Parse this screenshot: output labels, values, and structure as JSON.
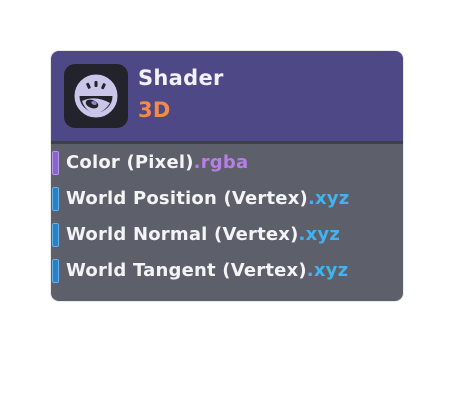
{
  "node": {
    "title": "Shader",
    "subtitle": "3D",
    "icon": "shader-node-icon",
    "colors": {
      "header": "#4e4886",
      "body": "#5d5f6a",
      "subtitle": "#f28a4a",
      "rgba_port": "#8a64c8",
      "xyz_port": "#2e7ec0"
    },
    "inputs": [
      {
        "label": "Color (Pixel)",
        "swizzle": ".rgba",
        "type": "vec4"
      },
      {
        "label": "World Position (Vertex)",
        "swizzle": ".xyz",
        "type": "vec3"
      },
      {
        "label": "World Normal (Vertex)",
        "swizzle": ".xyz",
        "type": "vec3"
      },
      {
        "label": "World Tangent (Vertex)",
        "swizzle": ".xyz",
        "type": "vec3"
      }
    ]
  }
}
